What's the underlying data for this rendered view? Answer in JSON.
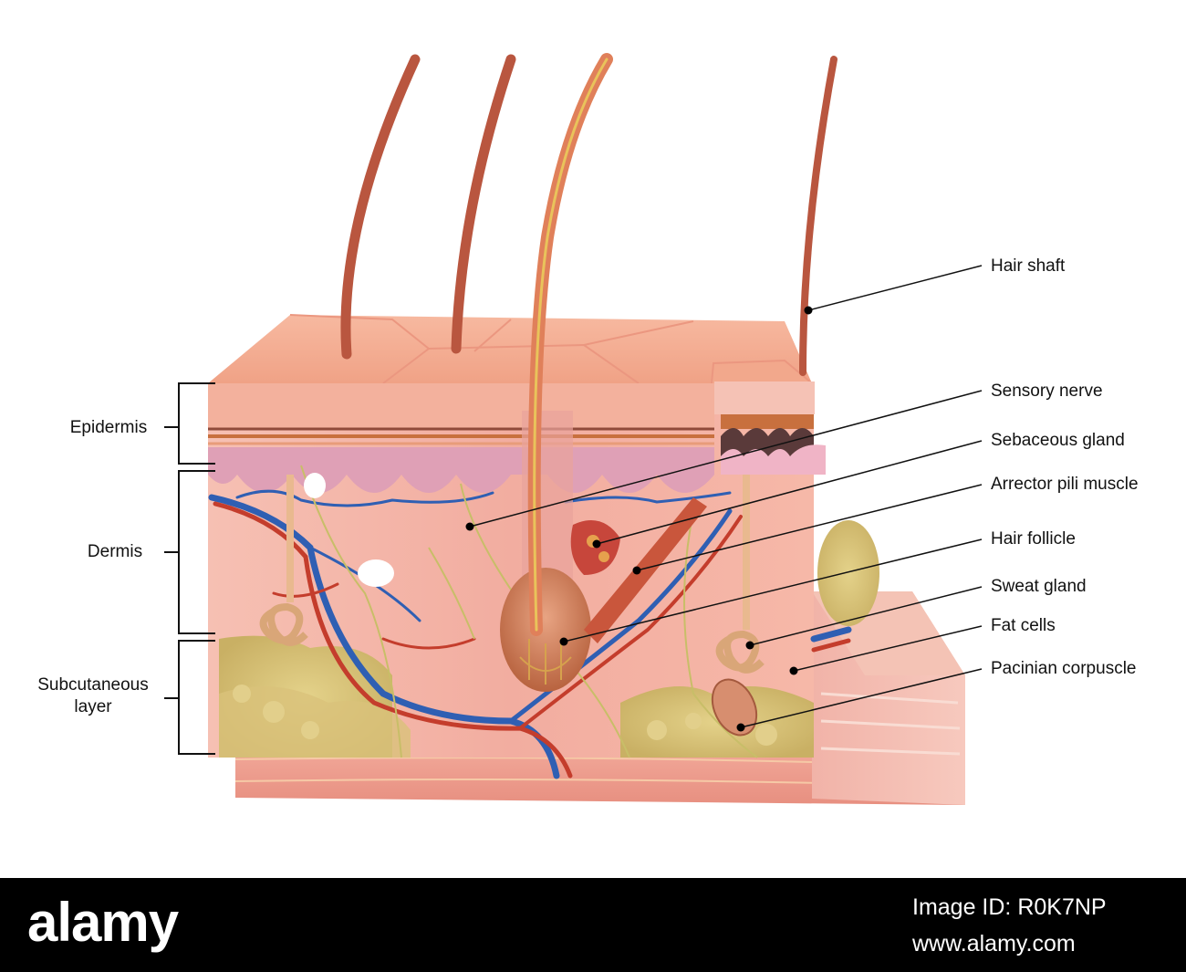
{
  "diagram": {
    "left_labels": {
      "epidermis": "Epidermis",
      "dermis": "Dermis",
      "subcutaneous_line1": "Subcutaneous",
      "subcutaneous_line2": "layer"
    },
    "right_labels": {
      "hair_shaft": "Hair shaft",
      "sensory_nerve": "Sensory nerve",
      "sebaceous_gland": "Sebaceous gland",
      "arrector_pili_muscle": "Arrector pili muscle",
      "hair_follicle": "Hair follicle",
      "sweat_gland": "Sweat gland",
      "fat_cells": "Fat cells",
      "pacinian_corpuscle": "Pacinian corpuscle"
    },
    "colors": {
      "skin_surface": "#f3a98f",
      "dermis": "#f4b3a8",
      "papillary": "#dfa0b6",
      "fat": "#d8c27a",
      "vein": "#2f5fb3",
      "artery": "#c43d2c",
      "nerve": "#c8be68",
      "hair": "#b9563f"
    }
  },
  "watermark": {
    "brand": "alamy",
    "image_id": "Image ID: R0K7NP",
    "site": "www.alamy.com"
  }
}
